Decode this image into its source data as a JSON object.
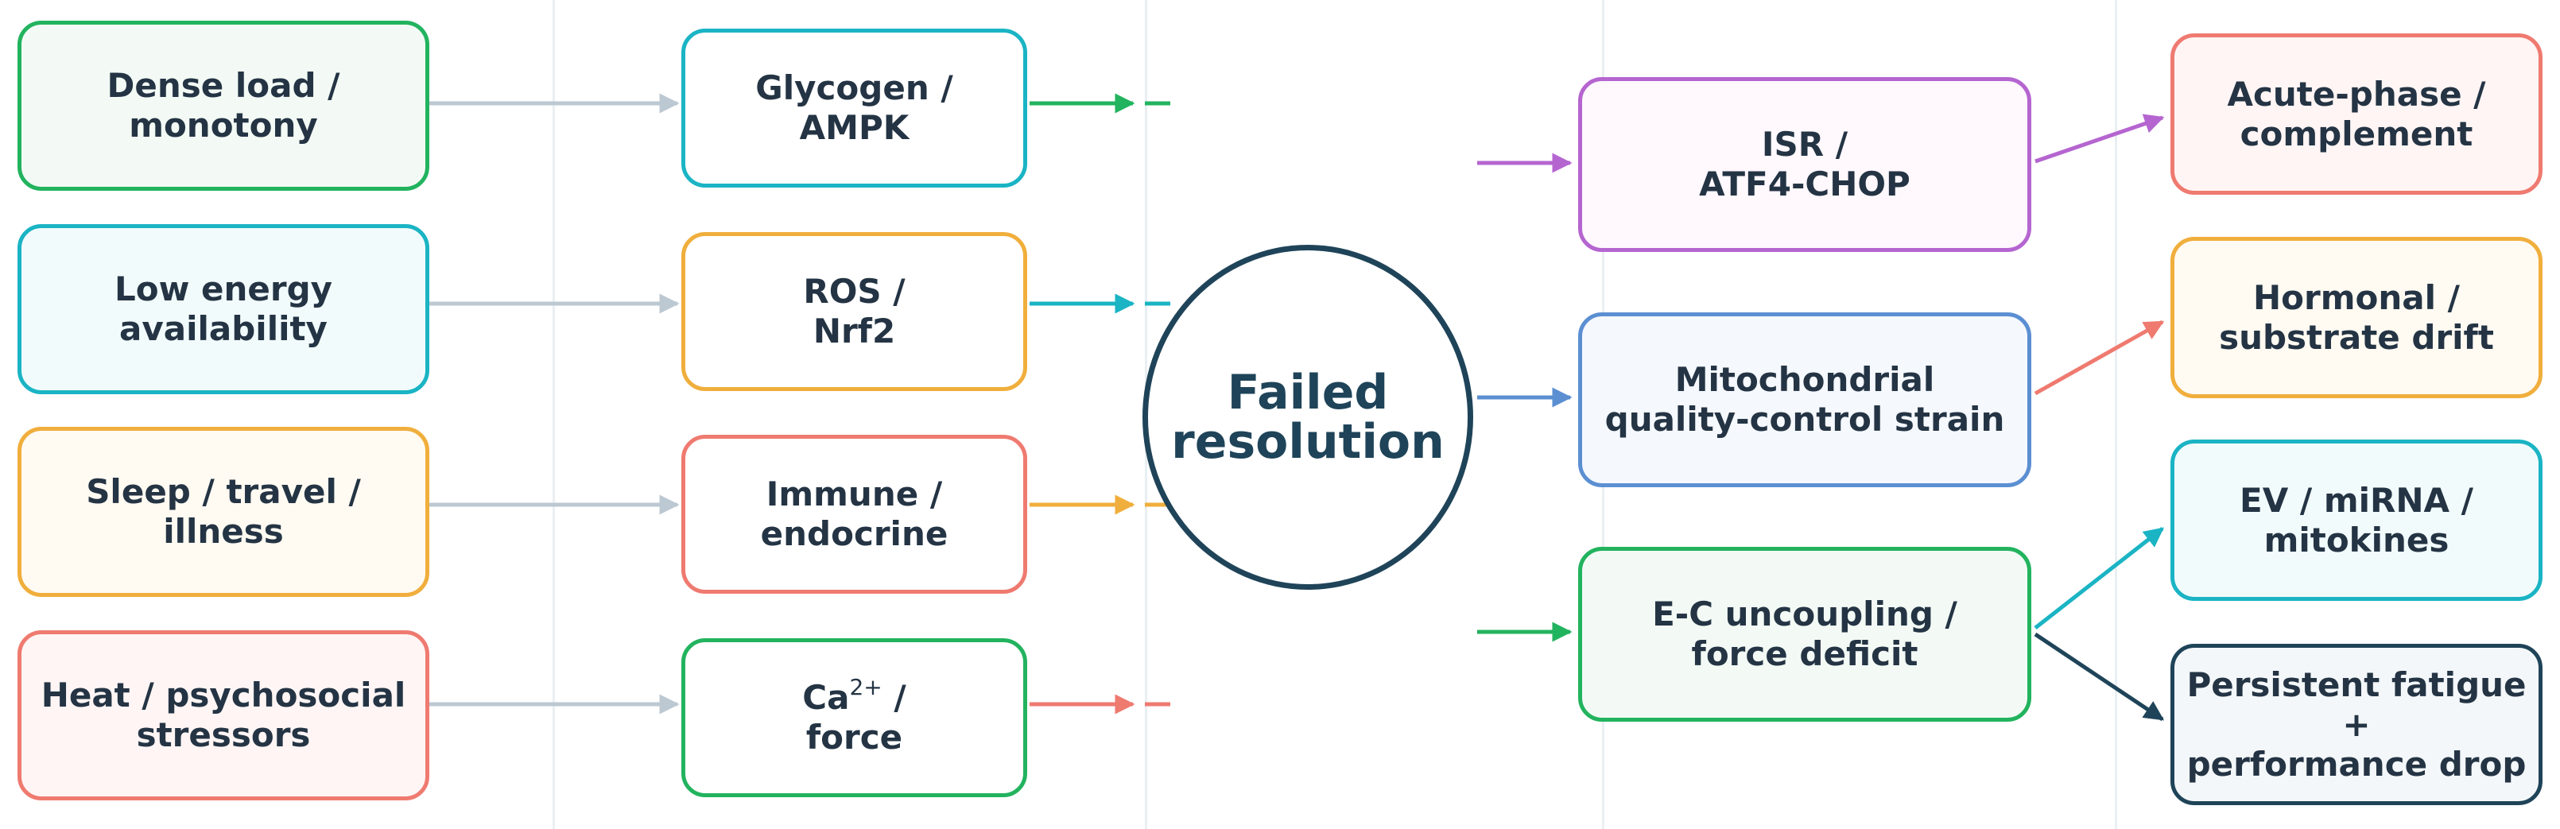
{
  "colors": {
    "green": "#22b35e",
    "teal": "#1ab4c4",
    "orange": "#f0ae3c",
    "red": "#ef7a70",
    "purple": "#b565d0",
    "blue": "#5b8fd2",
    "navy": "#1f4459",
    "gray": "#bcc8d2"
  },
  "inputs": [
    {
      "line1": "Dense load /",
      "line2": "monotony"
    },
    {
      "line1": "Low energy",
      "line2": "availability"
    },
    {
      "line1": "Sleep / travel /",
      "line2": "illness"
    },
    {
      "line1": "Heat / psychosocial",
      "line2": "stressors"
    }
  ],
  "mechanisms": [
    {
      "line1": "Glycogen /",
      "line2": "AMPK"
    },
    {
      "line1": "ROS /",
      "line2": "Nrf2"
    },
    {
      "line1": "Immune /",
      "line2": "endocrine"
    },
    {
      "line1_prefix": "Ca",
      "line1_sup": "2+",
      "line1_suffix": "/",
      "line2": "force"
    }
  ],
  "hub": {
    "line1": "Failed",
    "line2": "resolution"
  },
  "pathways": [
    {
      "line1": "ISR /",
      "line2": "ATF4-CHOP"
    },
    {
      "line1": "Mitochondrial",
      "line2": "quality-control strain"
    },
    {
      "line1": "E-C uncoupling /",
      "line2": "force deficit"
    }
  ],
  "outcomes": [
    {
      "line1": "Acute-phase /",
      "line2": "complement"
    },
    {
      "line1": "Hormonal /",
      "line2": "substrate drift"
    },
    {
      "line1": "EV / miRNA /",
      "line2": "mitokines"
    },
    {
      "line1": "Persistent fatigue +",
      "line2": "performance drop"
    }
  ]
}
